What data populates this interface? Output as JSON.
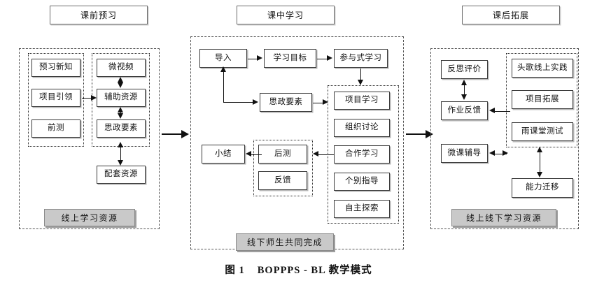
{
  "figure": {
    "caption_number": "图 1",
    "caption_title": "BOPPPS - BL 教学模式"
  },
  "headers": [
    {
      "id": "pre-class",
      "label": "课前预习"
    },
    {
      "id": "in-class",
      "label": "课中学习"
    },
    {
      "id": "post-class",
      "label": "课后拓展"
    }
  ],
  "panels": {
    "pre_class": {
      "footer_label": "线上学习资源",
      "left_group": [
        {
          "id": "preview-new-knowledge",
          "label": "预习新知"
        },
        {
          "id": "project-guidance",
          "label": "项目引领"
        },
        {
          "id": "pretest",
          "label": "前测"
        }
      ],
      "right_group": [
        {
          "id": "micro-video",
          "label": "微视频"
        },
        {
          "id": "auxiliary-resource",
          "label": "辅助资源"
        },
        {
          "id": "ideology-element",
          "label": "思政要素"
        }
      ],
      "extra": [
        {
          "id": "supporting-resource",
          "label": "配套资源"
        }
      ]
    },
    "in_class": {
      "footer_label": "线下师生共同完成",
      "top_row": [
        {
          "id": "bridge-in",
          "label": "导入"
        },
        {
          "id": "learning-objective",
          "label": "学习目标"
        },
        {
          "id": "participatory-learning",
          "label": "参与式学习"
        }
      ],
      "ideology": {
        "id": "ideology-element-mid",
        "label": "思政要素"
      },
      "activity_group": [
        {
          "id": "project-learning",
          "label": "项目学习"
        },
        {
          "id": "organized-discussion",
          "label": "组织讨论"
        },
        {
          "id": "cooperative-learning",
          "label": "合作学习"
        },
        {
          "id": "individual-guidance",
          "label": "个别指导"
        },
        {
          "id": "independent-inquiry",
          "label": "自主探索"
        }
      ],
      "assessment_group": [
        {
          "id": "posttest",
          "label": "后测"
        },
        {
          "id": "feedback",
          "label": "反馈"
        }
      ],
      "summary": {
        "id": "summary",
        "label": "小结"
      }
    },
    "post_class": {
      "footer_label": "线上线下学习资源",
      "left_group": [
        {
          "id": "reflective-evaluation",
          "label": "反思评价"
        },
        {
          "id": "homework-feedback",
          "label": "作业反馈"
        },
        {
          "id": "micro-lesson-tutoring",
          "label": "微课辅导"
        }
      ],
      "right_group": [
        {
          "id": "educoder-online-practice",
          "label": "头歌线上实践"
        },
        {
          "id": "project-extension",
          "label": "项目拓展"
        },
        {
          "id": "rain-classroom-test",
          "label": "雨课堂测试"
        }
      ],
      "extra": [
        {
          "id": "ability-transfer",
          "label": "能力迁移"
        }
      ]
    }
  },
  "colors": {
    "gray_label_fill": "#c9c9c9",
    "node_border": "#3a3a3a",
    "panel_border": "#555555",
    "line": "#111111",
    "background": "#ffffff"
  }
}
